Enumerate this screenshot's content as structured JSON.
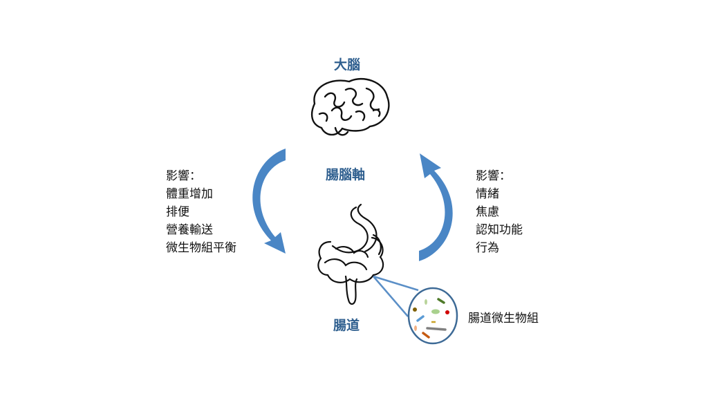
{
  "labels": {
    "brain": "大腦",
    "axis": "腸腦軸",
    "gut": "腸道",
    "microbiome": "腸道微生物組"
  },
  "left_effects": {
    "heading": "影響：",
    "items": [
      "體重增加",
      "排便",
      "營養輸送",
      "微生物組平衡"
    ]
  },
  "right_effects": {
    "heading": "影響：",
    "items": [
      "情緒",
      "焦慮",
      "認知功能",
      "行為"
    ]
  },
  "colors": {
    "title": "#2f5f8f",
    "arrow": "#4a86c5",
    "circle": "#3d6a96"
  }
}
